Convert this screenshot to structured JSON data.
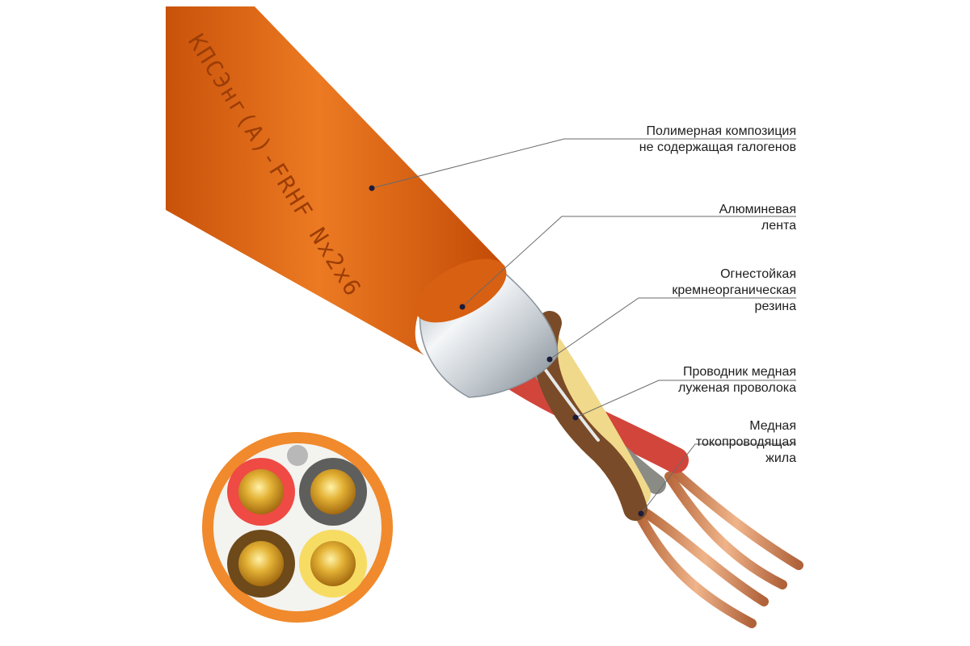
{
  "cable_marking": "КПСЭнг(А)-FRHF Nx2x6",
  "labels": [
    {
      "lines": [
        "Полимерная композиция",
        "не содержащая галогенов"
      ]
    },
    {
      "lines": [
        "Алюминевая",
        "лента"
      ]
    },
    {
      "lines": [
        "Огнестойкая",
        "кремнеорганическая",
        "резина"
      ]
    },
    {
      "lines": [
        "Проводник медная",
        "луженая проволока"
      ]
    },
    {
      "lines": [
        "Медная",
        "токопроводящая",
        "жила"
      ]
    }
  ],
  "colors": {
    "sheath": "#e06414",
    "foil": "#c9d0d6",
    "core_red": "#e8453c",
    "core_grey": "#6b6b6b",
    "core_brown": "#6e4a1a",
    "core_yellow": "#f4d65c",
    "copper": "#d9905e"
  }
}
